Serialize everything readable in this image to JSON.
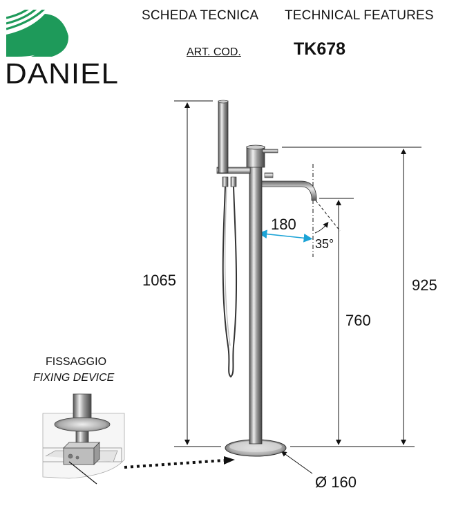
{
  "brand": {
    "name": "DANIEL",
    "accent_color": "#1e9a5a"
  },
  "header": {
    "title_it": "SCHEDA TECNICA",
    "title_en": "TECHNICAL FEATURES",
    "art_label": "ART. COD.",
    "art_code": "TK678"
  },
  "dimensions": {
    "total_height": "1065",
    "spout_height": "925",
    "outlet_height": "760",
    "spout_reach": "180",
    "spout_angle": "35°",
    "base_diameter": "Ø 160"
  },
  "fixing": {
    "label_it": "FISSAGGIO",
    "label_en": "FIXING DEVICE"
  },
  "colors": {
    "dim_accent": "#1ba3d6"
  }
}
